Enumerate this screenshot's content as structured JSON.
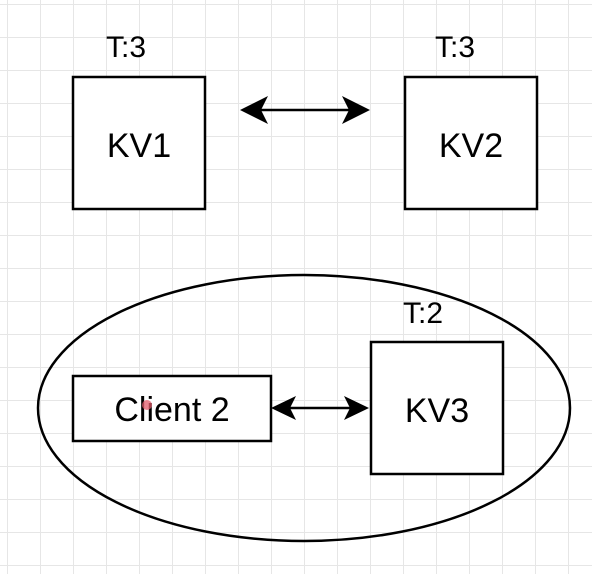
{
  "diagram": {
    "nodes": {
      "kv1": {
        "label": "KV1",
        "term": "T:3"
      },
      "kv2": {
        "label": "KV2",
        "term": "T:3"
      },
      "kv3": {
        "label": "KV3",
        "term": "T:2"
      },
      "client2": {
        "label": "Client 2"
      }
    },
    "edges": [
      {
        "from": "KV1",
        "to": "KV2",
        "direction": "bidirectional"
      },
      {
        "from": "Client 2",
        "to": "KV3",
        "direction": "bidirectional"
      }
    ],
    "groups": [
      {
        "members": [
          "Client 2",
          "KV3"
        ],
        "shape": "ellipse"
      }
    ],
    "colors": {
      "stroke": "#000000",
      "background": "#ffffff",
      "grid": "#e6e6e6",
      "cursor": "#e05a6a"
    }
  }
}
